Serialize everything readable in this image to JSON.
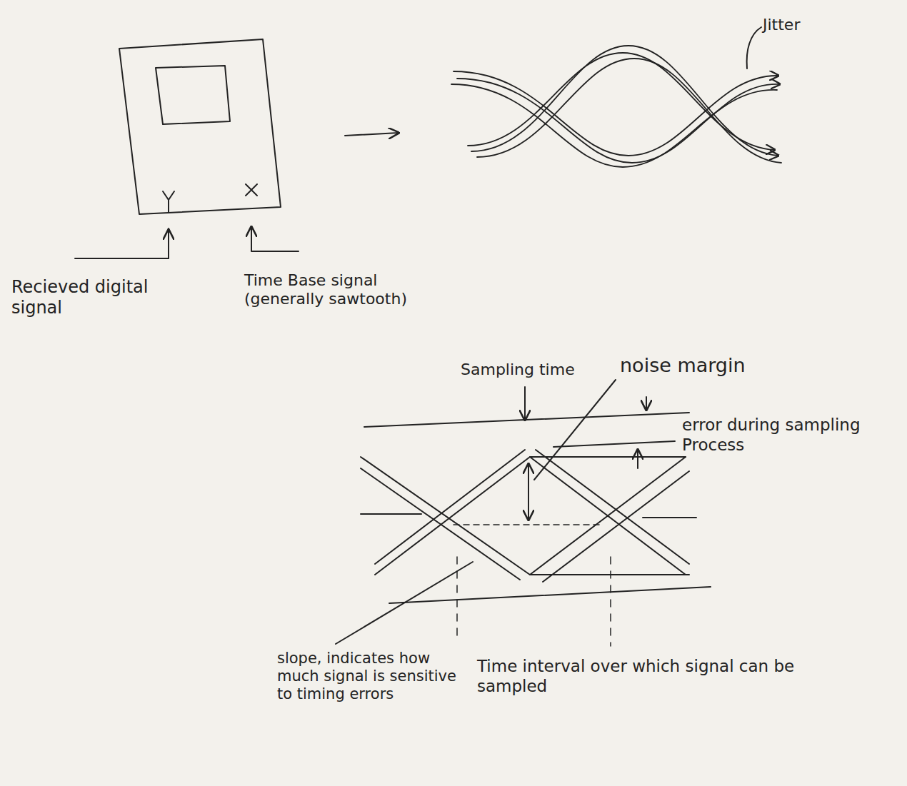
{
  "diagram": {
    "labels": [
      "Jitter",
      "Recieved digital signal",
      "Time Base signal (generally sawtooth)",
      "Sampling time",
      "noise margin",
      "error during sampling Process",
      "slope, indicates how much signal is sensitive to timing errors",
      "Time interval over which signal can be sampled"
    ]
  }
}
